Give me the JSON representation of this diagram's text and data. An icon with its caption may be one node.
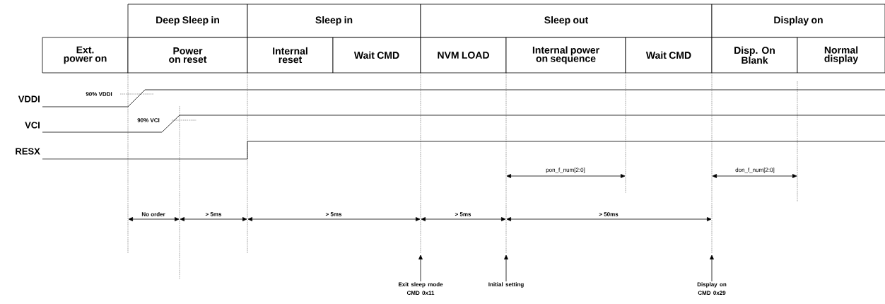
{
  "diagram": {
    "nodes": [
      {
        "text": [
          "Deep Sleep in"
        ]
      },
      {
        "text": [
          "Sleep in"
        ]
      },
      {
        "text": [
          "Sleep out"
        ]
      },
      {
        "text": [
          "Display on"
        ]
      },
      {
        "text": [
          "Ext. power on"
        ]
      },
      {
        "text": [
          "Power on reset"
        ]
      },
      {
        "text": [
          "Internal reset"
        ]
      },
      {
        "text": [
          "Wait CMD"
        ]
      },
      {
        "text": [
          "NVM LOAD"
        ]
      },
      {
        "text": [
          "Internal power on sequence"
        ]
      },
      {
        "text": [
          "Wait CMD"
        ]
      },
      {
        "text": [
          "Disp. On Blank"
        ]
      },
      {
        "text": [
          "Normal display"
        ]
      },
      {
        "text": [
          "Exit sleep mode CMD 0x11"
        ]
      },
      {
        "text": [
          "Initial setting"
        ]
      },
      {
        "text": [
          "Display on CMD 0x29"
        ]
      }
    ],
    "edges": [
      {
        "from": 13,
        "to": null,
        "arrow": "to"
      },
      {
        "from": 14,
        "to": null,
        "arrow": "to"
      },
      {
        "from": 15,
        "to": null,
        "arrow": "to"
      }
    ],
    "labels": [
      "90% VDDI",
      "VDDI",
      "90% VCI",
      "VCI",
      "RESX",
      "pon_f_num[2:0]",
      "don_f_num[2:0]",
      "No order",
      "> 5ms",
      "> 5ms",
      "> 5ms",
      "> 50ms"
    ]
  }
}
